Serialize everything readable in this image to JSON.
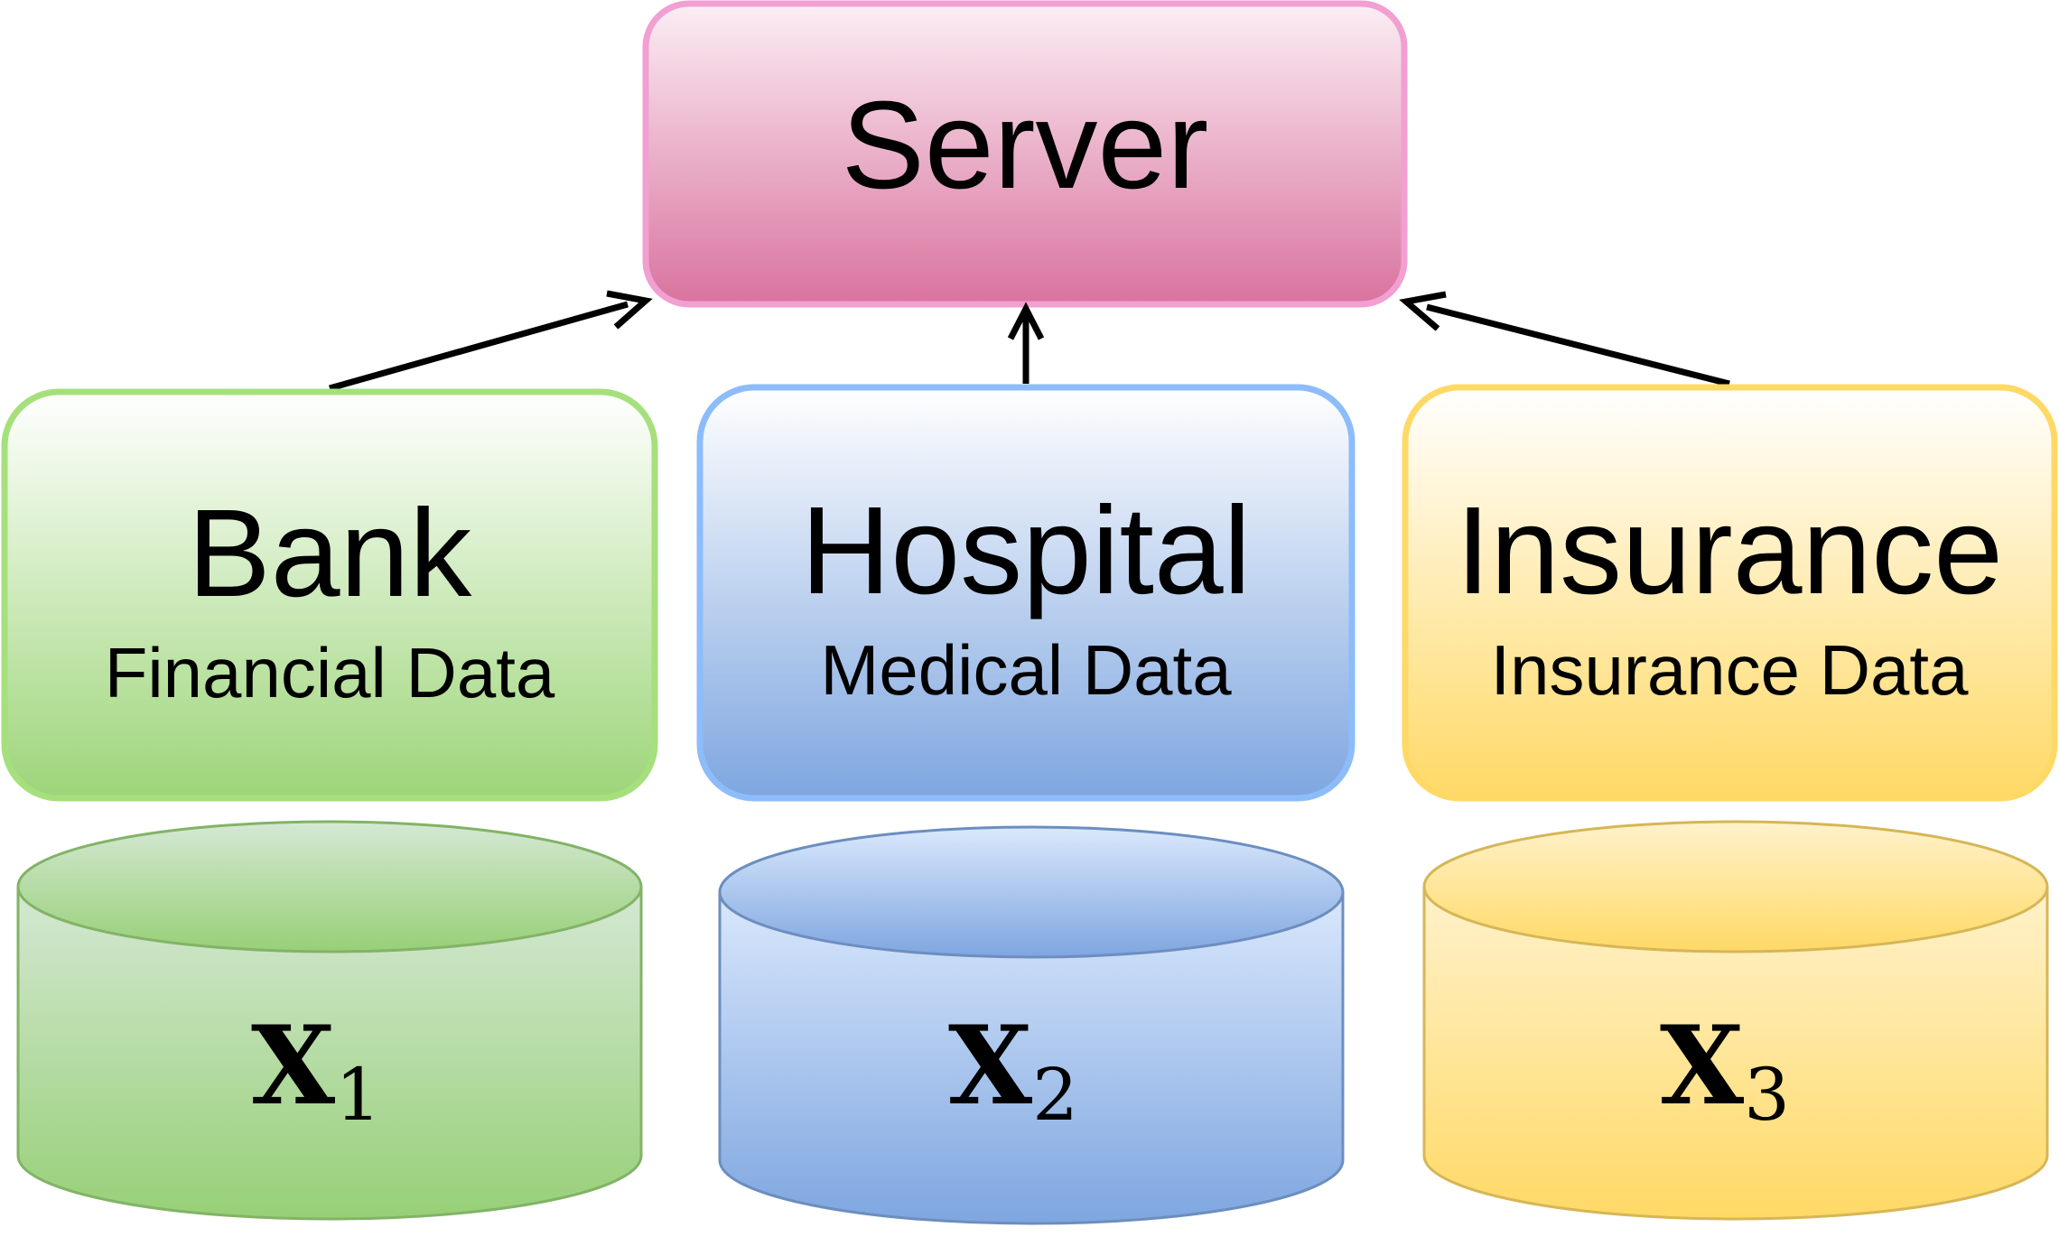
{
  "server": {
    "title": "Server"
  },
  "clients": [
    {
      "title": "Bank",
      "subtitle": "Financial Data",
      "data_symbol": "X",
      "data_index": "1"
    },
    {
      "title": "Hospital",
      "subtitle": "Medical Data",
      "data_symbol": "X",
      "data_index": "2"
    },
    {
      "title": "Insurance",
      "subtitle": "Insurance Data",
      "data_symbol": "X",
      "data_index": "3"
    }
  ],
  "colors": {
    "server_fill_top": "#fbeef4",
    "server_fill_bottom": "#d9739e",
    "server_stroke": "#f29fd2",
    "bank_fill_top": "#ffffff",
    "bank_fill_bottom": "#9dd579",
    "bank_stroke": "#a6e07c",
    "hospital_fill_top": "#ffffff",
    "hospital_fill_bottom": "#7ea6e0",
    "hospital_stroke": "#8dbcfa",
    "insurance_fill_top": "#ffffff",
    "insurance_fill_bottom": "#ffd966",
    "insurance_stroke": "#ffd966",
    "cyl_green_top": "#d5e8d4",
    "cyl_green_bottom": "#97d077",
    "cyl_green_stroke": "#82b366",
    "cyl_blue_top": "#dae8fc",
    "cyl_blue_bottom": "#7ea6e0",
    "cyl_blue_stroke": "#6c8ebf",
    "cyl_yellow_top": "#fff2cc",
    "cyl_yellow_bottom": "#ffd966",
    "cyl_yellow_stroke": "#d6b656",
    "arrow": "#000000"
  }
}
